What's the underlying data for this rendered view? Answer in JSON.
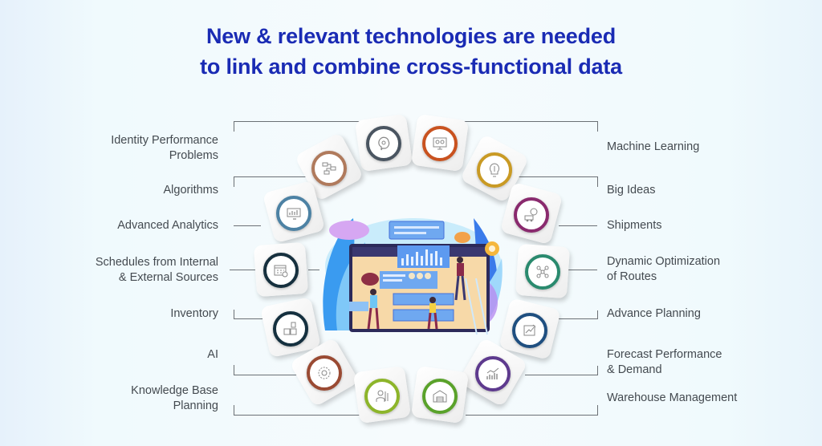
{
  "title": {
    "line1": "New & relevant technologies are needed",
    "line2": "to link and combine cross-functional data"
  },
  "left_items": [
    {
      "label_line1": "Identity Performance",
      "label_line2": "Problems",
      "icon": "brain-network-icon",
      "ring_color": "#4a5561"
    },
    {
      "label_line1": "Algorithms",
      "label_line2": "",
      "icon": "flowchart-icon",
      "ring_color": "#b07a5c"
    },
    {
      "label_line1": "Advanced Analytics",
      "label_line2": "",
      "icon": "analytics-monitor-icon",
      "ring_color": "#4d82a4"
    },
    {
      "label_line1": "Schedules from Internal",
      "label_line2": "& External Sources",
      "icon": "calendar-clock-icon",
      "ring_color": "#16303e"
    },
    {
      "label_line1": "Inventory",
      "label_line2": "",
      "icon": "boxes-icon",
      "ring_color": "#15303f"
    },
    {
      "label_line1": "AI",
      "label_line2": "",
      "icon": "ai-chip-brain-icon",
      "ring_color": "#9a4a33"
    },
    {
      "label_line1": "Knowledge Base",
      "label_line2": "Planning",
      "icon": "knowledge-worker-icon",
      "ring_color": "#8db52a"
    }
  ],
  "right_items": [
    {
      "label_line1": "Machine Learning",
      "label_line2": "",
      "icon": "ml-monitor-icon",
      "ring_color": "#c9521f"
    },
    {
      "label_line1": "Big Ideas",
      "label_line2": "",
      "icon": "lightbulb-brain-icon",
      "ring_color": "#c99a24"
    },
    {
      "label_line1": "Shipments",
      "label_line2": "",
      "icon": "shipment-globe-icon",
      "ring_color": "#8a2a6e"
    },
    {
      "label_line1": "Dynamic Optimization",
      "label_line2": "of Routes",
      "icon": "route-network-icon",
      "ring_color": "#2a8a6e"
    },
    {
      "label_line1": "Advance Planning",
      "label_line2": "",
      "icon": "planning-board-icon",
      "ring_color": "#1f4f80"
    },
    {
      "label_line1": "Forecast Performance",
      "label_line2": "& Demand",
      "icon": "forecast-chart-icon",
      "ring_color": "#5e3a8e"
    },
    {
      "label_line1": "Warehouse Management",
      "label_line2": "",
      "icon": "warehouse-icon",
      "ring_color": "#5aa22a"
    }
  ],
  "colors": {
    "title": "#1a2bb4",
    "label_text": "#444a50",
    "connector_line": "#6b7075"
  }
}
